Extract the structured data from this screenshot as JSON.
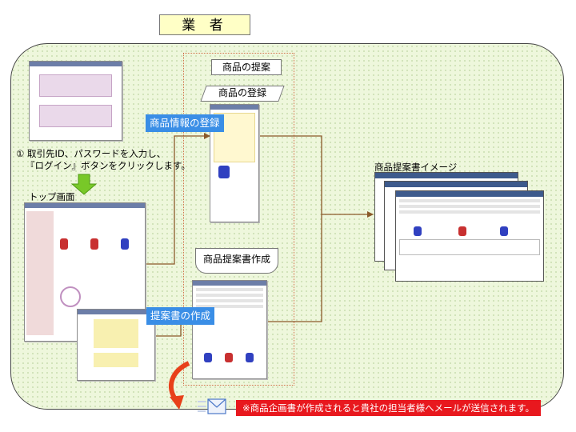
{
  "title": "業 者",
  "proposal_section": {
    "header": "商品の提案",
    "registration": "商品の登録"
  },
  "callouts": {
    "product_info_registration": "商品情報の登録",
    "proposal_document_creation": "商品提案書作成",
    "create_proposal": "提案書の作成"
  },
  "login_instruction": {
    "line1": "① 取引先ID、パスワードを入力し、",
    "line2": "『ログイン』ボタンをクリックします。"
  },
  "top_screen_label": "トップ画面",
  "proposal_image_label": "商品提案書イメージ",
  "email_notice": "※商品企画書が作成されると貴社の担当者様へメールが送信されます。",
  "colors": {
    "panel": "#eef7dc",
    "title_bg": "#ffffc6",
    "blue_label": "#3a8ee6",
    "red_label": "#e8181e",
    "connector": "#8a5a2a",
    "green_arrow": "#78c828"
  }
}
